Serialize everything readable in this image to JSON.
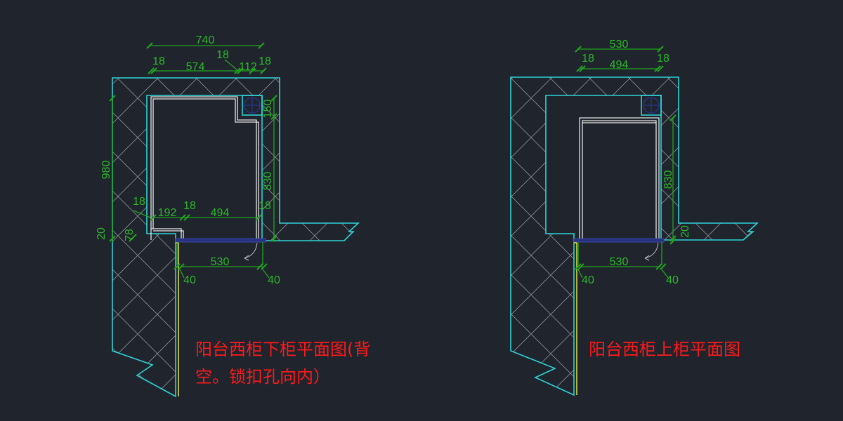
{
  "left_plan": {
    "title_line1": "阳台西柜下柜平面图(背",
    "title_line2": "空。锁扣孔向内）",
    "dims": {
      "overall_width": "740",
      "panel_left_top": "18",
      "inner_width_top": "574",
      "panel_mid_top": "18",
      "pipe_box_width": "112",
      "panel_right_top": "18",
      "overall_depth": "980",
      "pipe_box_depth": "150",
      "cabinet_depth": "830",
      "panel_left_bottom": "18",
      "left_gap": "192",
      "panel_mid_bottom": "18",
      "inner_width_bottom": "494",
      "panel_right_bottom": "18",
      "door_thickness": "20",
      "side_offset": "78",
      "door_width": "530",
      "left_margin": "40",
      "right_margin": "40"
    }
  },
  "right_plan": {
    "title": "阳台西柜上柜平面图",
    "dims": {
      "overall_width": "530",
      "panel_left_top": "18",
      "panel_right_top": "18",
      "inner_width_top": "494",
      "cabinet_depth": "830",
      "door_thickness": "20",
      "door_width": "530",
      "left_margin": "40",
      "right_margin": "40"
    }
  },
  "colors": {
    "background": "#1f242d",
    "wall": "#2ed3d6",
    "dimension": "#22a51f",
    "title": "#ff1a1a"
  }
}
